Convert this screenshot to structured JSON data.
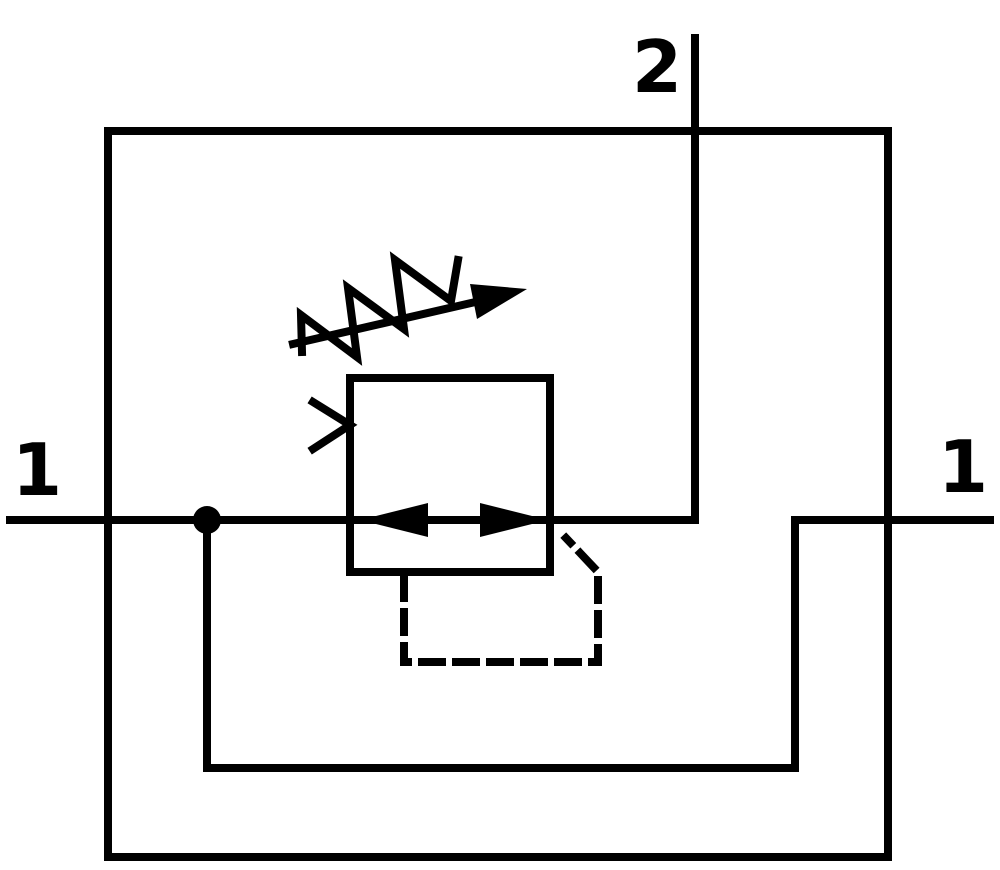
{
  "diagram": {
    "ports": {
      "port_2": "2",
      "port_1_left": "1",
      "port_1_right": "1"
    },
    "colors": {
      "line": "#000000",
      "background": "#ffffff"
    }
  }
}
